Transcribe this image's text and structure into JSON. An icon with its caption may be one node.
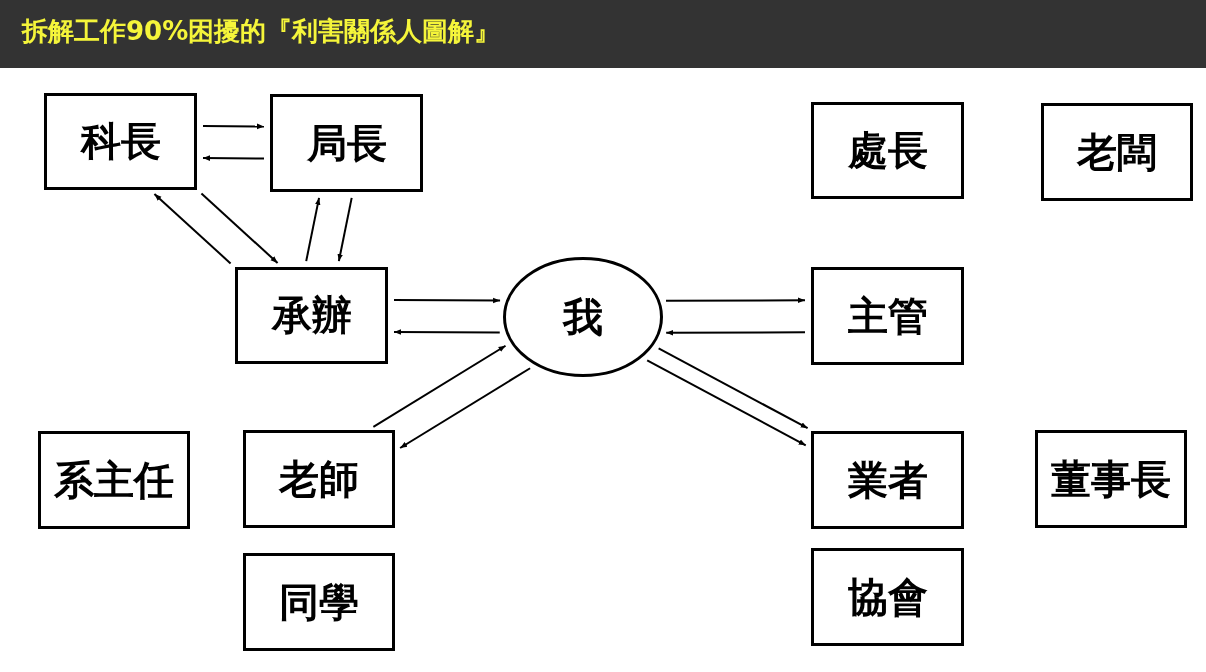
{
  "diagram": {
    "title": "拆解工作90%困擾的『利害關係人圖解』",
    "nodes": [
      {
        "text": [
          "科長"
        ]
      },
      {
        "text": [
          "局長"
        ]
      },
      {
        "text": [
          "處長"
        ]
      },
      {
        "text": [
          "老闆"
        ]
      },
      {
        "text": [
          "承辦"
        ]
      },
      {
        "text": [
          "我"
        ]
      },
      {
        "text": [
          "主管"
        ]
      },
      {
        "text": [
          "系主任"
        ]
      },
      {
        "text": [
          "老師"
        ]
      },
      {
        "text": [
          "業者"
        ]
      },
      {
        "text": [
          "董事長"
        ]
      },
      {
        "text": [
          "同學"
        ]
      },
      {
        "text": [
          "協會"
        ]
      }
    ],
    "edges": [
      {
        "from": 0,
        "to": 1,
        "arrow": "to"
      },
      {
        "from": 1,
        "to": 0,
        "arrow": "to"
      },
      {
        "from": 0,
        "to": 4,
        "arrow": "to"
      },
      {
        "from": 4,
        "to": 0,
        "arrow": "to"
      },
      {
        "from": 4,
        "to": 1,
        "arrow": "to"
      },
      {
        "from": 1,
        "to": 4,
        "arrow": "to"
      },
      {
        "from": 4,
        "to": 5,
        "arrow": "to"
      },
      {
        "from": 5,
        "to": 4,
        "arrow": "to"
      },
      {
        "from": 5,
        "to": 6,
        "arrow": "to"
      },
      {
        "from": 6,
        "to": 5,
        "arrow": "to"
      },
      {
        "from": 8,
        "to": 5,
        "arrow": "to"
      },
      {
        "from": 5,
        "to": 8,
        "arrow": "to"
      },
      {
        "from": 5,
        "to": 9,
        "arrow": "to"
      },
      {
        "from": 5,
        "to": 9,
        "arrow": "to"
      }
    ]
  }
}
